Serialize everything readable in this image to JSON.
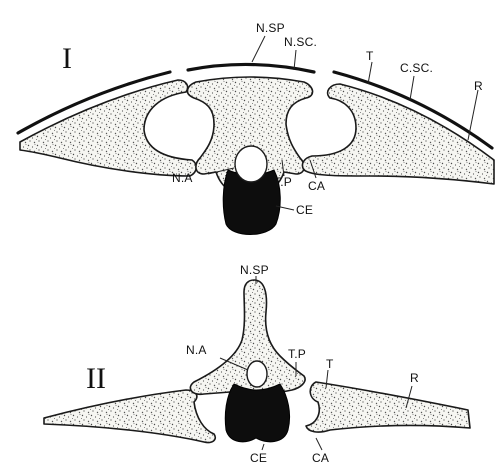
{
  "figures": [
    {
      "numeral": "I",
      "labels": {
        "n_sp": "N.SP",
        "n_sc": "N.SC.",
        "t": "T",
        "c_sc": "C.SC.",
        "r": "R",
        "n_a": "N.A",
        "t_p": "T.P",
        "ca": "CA",
        "ce": "CE"
      }
    },
    {
      "numeral": "II",
      "labels": {
        "n_sp": "N.SP",
        "n_a": "N.A",
        "t_p": "T.P",
        "t": "T",
        "r": "R",
        "ce": "CE",
        "ca": "CA"
      }
    }
  ]
}
